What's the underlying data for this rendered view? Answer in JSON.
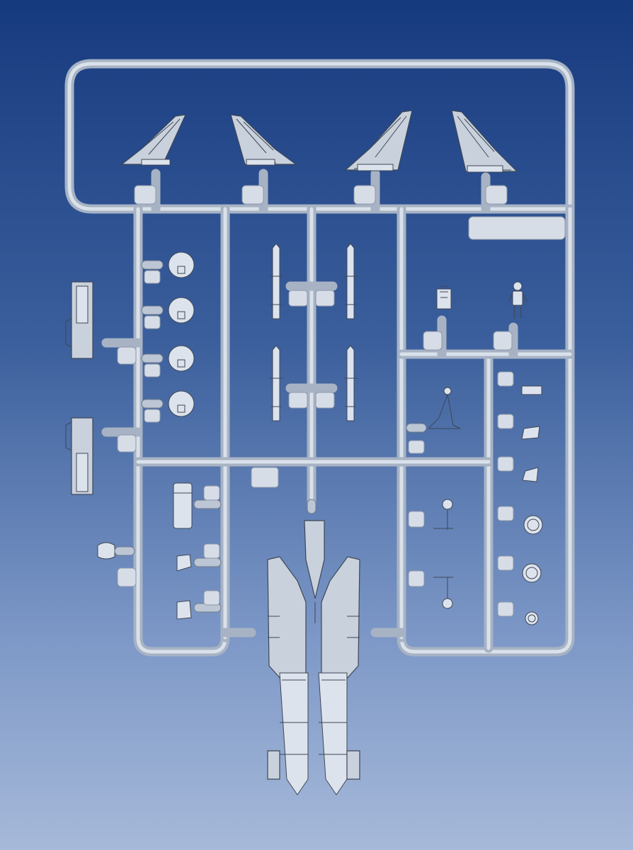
{
  "scene": {
    "kind": "model-kit-sprue",
    "background_top": "#163a7e",
    "background_bottom": "#a6b9d9",
    "plastic_color": "#a7b3c4",
    "outline_color": "#3e4756"
  },
  "parts": {
    "tail_fins": 4,
    "wheels": 4,
    "missiles": 4,
    "pilot_figure": 1,
    "ejection_seat_parts": 2,
    "landing_gear_strut": 1,
    "tires": 3
  }
}
